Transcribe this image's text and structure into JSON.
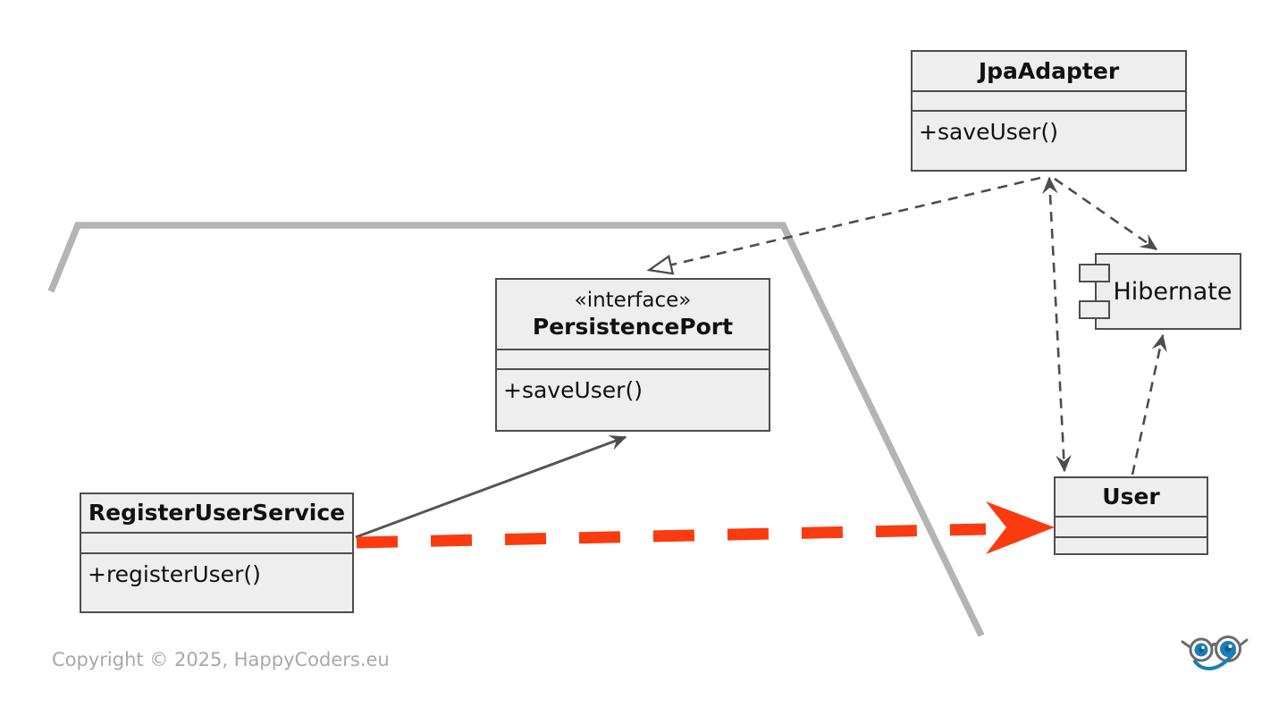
{
  "diagram": {
    "type": "uml-class-diagram",
    "nodes": {
      "jpa_adapter": {
        "name": "JpaAdapter",
        "method": "+saveUser()"
      },
      "persistence_port": {
        "stereotype": "«interface»",
        "name": "PersistencePort",
        "method": "+saveUser()"
      },
      "register_user_service": {
        "name": "RegisterUserService",
        "method": "+registerUser()"
      },
      "user": {
        "name": "User"
      },
      "hibernate": {
        "name": "Hibernate"
      }
    },
    "edges": [
      {
        "from": "JpaAdapter",
        "to": "PersistencePort",
        "style": "dashed",
        "head": "hollow-triangle"
      },
      {
        "from": "JpaAdapter",
        "to": "User",
        "style": "dashed",
        "head": "vee-both-ends"
      },
      {
        "from": "JpaAdapter",
        "to": "Hibernate",
        "style": "dashed",
        "head": "vee"
      },
      {
        "from": "User",
        "to": "Hibernate",
        "style": "dashed",
        "head": "vee"
      },
      {
        "from": "RegisterUserService",
        "to": "PersistencePort",
        "style": "solid",
        "head": "vee"
      },
      {
        "from": "RegisterUserService",
        "to": "User",
        "style": "thick-red-dashed",
        "head": "stealth"
      }
    ],
    "colors": {
      "node_fill": "#eeeeee",
      "node_border": "#4d4d4d",
      "edge": "#4d4d4d",
      "hexagon_boundary": "#b4b4b4",
      "flow_arrow": "#fa3b10",
      "copyright_text": "#a8a8a8",
      "logo_blue": "#1b7fb4",
      "logo_frame": "#6b6b6b"
    },
    "footer": {
      "copyright": "Copyright © 2025, HappyCoders.eu"
    }
  }
}
